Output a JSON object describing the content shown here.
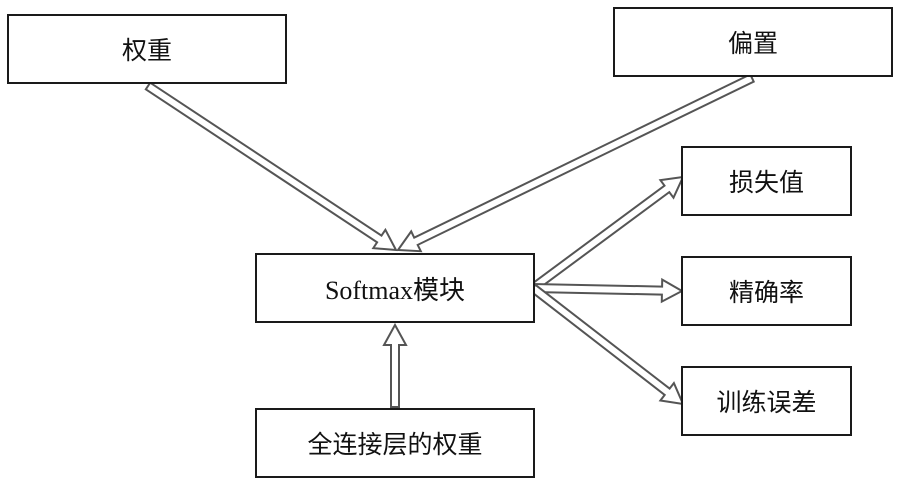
{
  "nodes": {
    "weights": "权重",
    "bias": "偏置",
    "softmax": "Softmax模块",
    "fc_weights": "全连接层的权重",
    "loss": "损失值",
    "accuracy": "精确率",
    "train_error": "训练误差"
  },
  "edges": [
    {
      "from": "weights",
      "to": "softmax"
    },
    {
      "from": "bias",
      "to": "softmax"
    },
    {
      "from": "fc_weights",
      "to": "softmax"
    },
    {
      "from": "softmax",
      "to": "loss"
    },
    {
      "from": "softmax",
      "to": "accuracy"
    },
    {
      "from": "softmax",
      "to": "train_error"
    }
  ],
  "colors": {
    "border": "#1a1a1a",
    "arrow": "#555555"
  }
}
